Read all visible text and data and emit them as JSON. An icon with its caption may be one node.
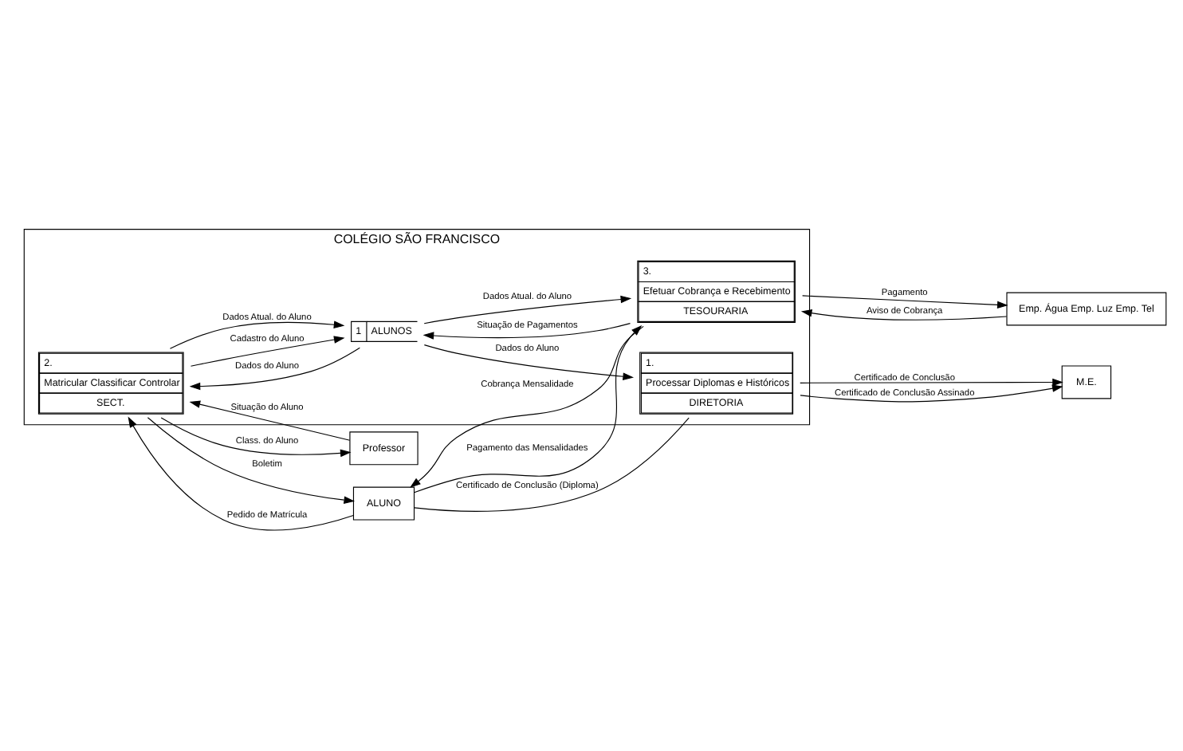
{
  "diagram": {
    "nodes": [
      {
        "text": [
          "COLÉGIO SÃO FRANCISCO"
        ]
      },
      {
        "text": [
          "ALUNO"
        ]
      },
      {
        "text": [
          "2.",
          "Matricular Classificar Controlar",
          "SECT."
        ],
        "in": 0
      },
      {
        "text": [
          "1",
          "ALUNOS"
        ],
        "in": 0
      },
      {
        "text": [
          "3.",
          "Efetuar Cobrança e Recebimento",
          "TESOURARIA"
        ],
        "in": 0
      },
      {
        "text": [
          "1.",
          "Processar Diplomas e Históricos",
          "DIRETORIA"
        ],
        "in": 0
      },
      {
        "text": [
          "Professor"
        ]
      },
      {
        "text": [
          "Emp. Água Emp. Luz Emp. Tel"
        ]
      },
      {
        "text": [
          "M.E."
        ]
      }
    ],
    "edges": [
      {
        "from": 1,
        "to": 2,
        "arrow": "to",
        "label": "Pedido de Matrícula"
      },
      {
        "from": 2,
        "to": 1,
        "arrow": "to",
        "label": "Boletim"
      },
      {
        "from": 2,
        "to": 3,
        "arrow": "to",
        "label": "Cadastro do Aluno"
      },
      {
        "from": 3,
        "to": 2,
        "arrow": "to",
        "label": "Dados do Aluno"
      },
      {
        "from": 2,
        "to": 6,
        "arrow": "to",
        "label": "Class. do Aluno"
      },
      {
        "from": 6,
        "to": 2,
        "arrow": "to",
        "label": "Situação do Aluno"
      },
      {
        "from": 2,
        "to": 3,
        "arrow": "to",
        "label": "Dados Atual. do Aluno"
      },
      {
        "from": 4,
        "to": 1,
        "arrow": "to",
        "label": "Cobrança Mensalidade"
      },
      {
        "from": 1,
        "to": 4,
        "arrow": "to",
        "label": "Pagamento das Mensalidades"
      },
      {
        "from": 3,
        "to": 4,
        "arrow": "to",
        "label": "Dados Atual. do Aluno"
      },
      {
        "from": 4,
        "to": 3,
        "arrow": "to",
        "label": "Situação de Pagamentos"
      },
      {
        "from": 7,
        "to": 4,
        "arrow": "to",
        "label": "Aviso de Cobrança"
      },
      {
        "from": 4,
        "to": 7,
        "arrow": "to",
        "label": "Pagamento"
      },
      {
        "from": 3,
        "to": 5,
        "arrow": "to",
        "label": "Dados do Aluno"
      },
      {
        "from": 5,
        "to": 1,
        "arrow": "none",
        "label": "Certificado de Conclusão (Diploma)"
      },
      {
        "from": 5,
        "to": 8,
        "arrow": "to",
        "label": "Certificado de Conclusão"
      },
      {
        "from": 5,
        "to": 8,
        "arrow": "to",
        "label": "Certificado de Conclusão Assinado"
      }
    ]
  }
}
